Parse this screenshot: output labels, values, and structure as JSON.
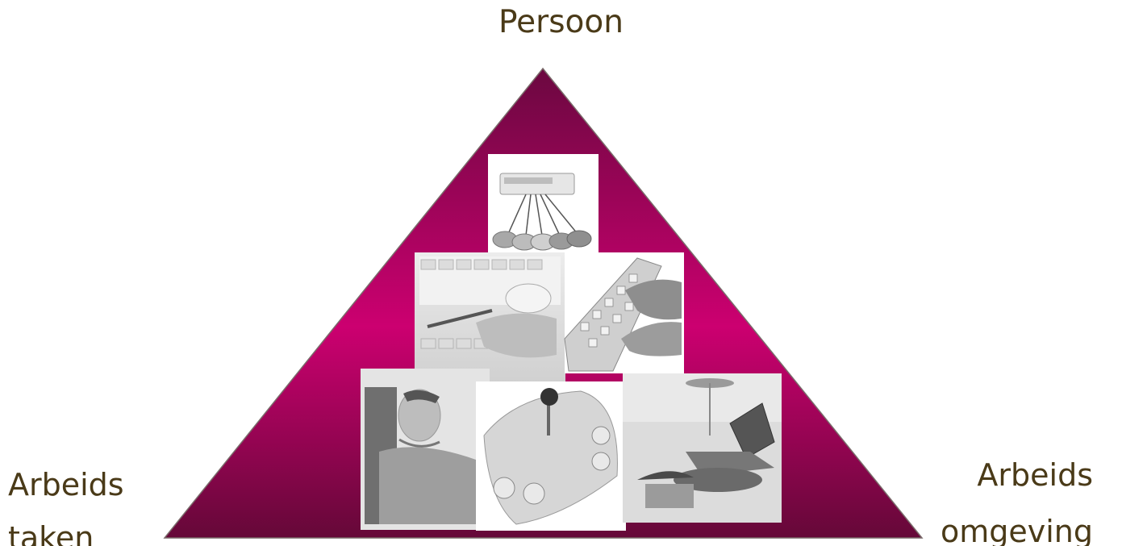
{
  "labels": {
    "top": "Persoon",
    "left_line1": "Arbeids",
    "left_line2": "taken",
    "right_line1": "Arbeids",
    "right_line2": "omgeving"
  },
  "colors": {
    "triangle_top": "#6b0840",
    "triangle_mid": "#cc0070",
    "triangle_bottom": "#650838",
    "label_text": "#4a3a18",
    "photo_bg": "#ffffff"
  },
  "photos": [
    {
      "name": "switch-interface-photo",
      "subject": "switch interface box with five round buttons"
    },
    {
      "name": "keyguard-typing-photo",
      "subject": "hand typing on keyboard with keyguard and typing aid"
    },
    {
      "name": "large-keyboard-photo",
      "subject": "hands on large-key keyboard"
    },
    {
      "name": "wheelchair-user-photo",
      "subject": "man in powered wheelchair"
    },
    {
      "name": "trackball-photo",
      "subject": "assistive joystick mouse with round buttons"
    },
    {
      "name": "laptop-workstation-photo",
      "subject": "laptop mounted on wheelchair tray"
    }
  ]
}
